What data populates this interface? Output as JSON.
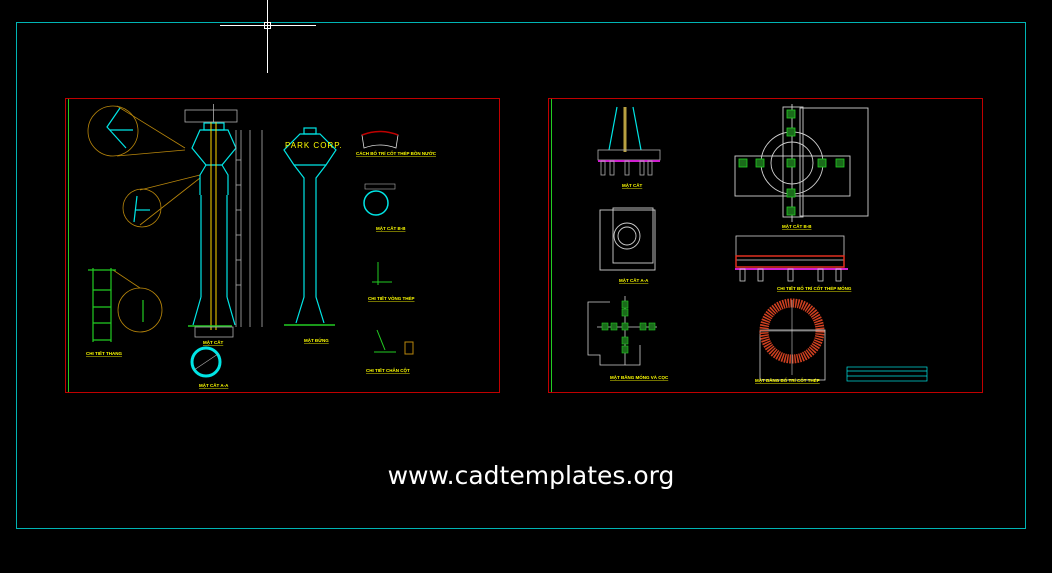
{
  "watermark": "www.cadtemplates.org",
  "colors": {
    "background": "#000000",
    "frame": "#00b4b4",
    "sheet_border": "#c00000",
    "structure": "#00e5e5",
    "annotation": "#ffff00",
    "detail_circle": "#b8860b",
    "rebar": "#22cc22",
    "dimension": "#d0d0d0",
    "pile_cap": "#e03020"
  },
  "cursor": {
    "type": "crosshair"
  },
  "sheet1": {
    "tower_logo": "PARK CORP.",
    "labels": {
      "section": "MẶT CẮT",
      "elevation": "MẶT ĐỨNG",
      "section_aa": "MẶT CẮT A-A",
      "section_bb": "MẶT CẮT B-B",
      "ladder": "CHI TIẾT THANG",
      "tank_rebar": "CÁCH BỐ TRÍ CỐT THÉP BỒN NƯỚC",
      "ring_detail": "CHI TIẾT VÒNG THÉP",
      "column_base": "CHI TIẾT CHÂN CỘT"
    }
  },
  "sheet2": {
    "labels": {
      "section": "MẶT CẮT",
      "section_bb": "MẶT CẮT B-B",
      "section_aa": "MẶT CẮT A-A",
      "pile_layout": "MẶT BẰNG MÓNG VÀ CỌC",
      "foundation_rebar": "CHI TIẾT BỐ TRÍ CỐT THÉP MÓNG",
      "ring_plan": "MẶT BẰNG BỐ TRÍ CỐT THÉP"
    }
  }
}
